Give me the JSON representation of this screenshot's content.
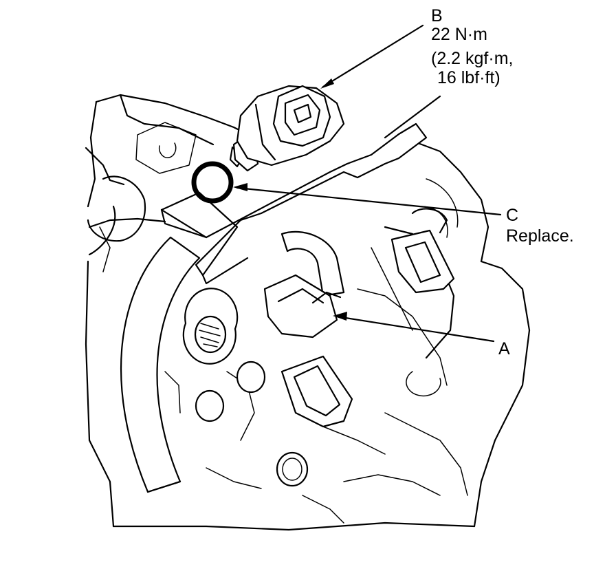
{
  "callouts": {
    "a": {
      "letter": "A"
    },
    "b": {
      "letter": "B",
      "torque_line1": "22 N·m",
      "torque_line2": "(2.2 kgf·m,",
      "torque_line3": "16 lbf·ft)"
    },
    "c": {
      "letter": "C",
      "instruction": "Replace."
    }
  },
  "colors": {
    "line": "#000000",
    "background": "#ffffff"
  }
}
